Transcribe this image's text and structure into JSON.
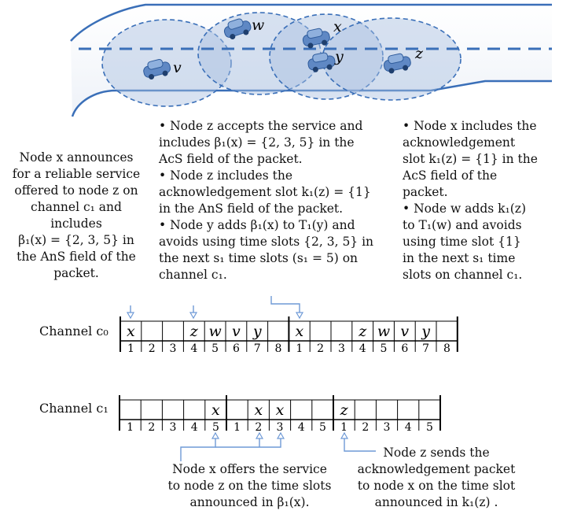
{
  "road": {
    "nodes": [
      {
        "id": "w",
        "label": "w"
      },
      {
        "id": "x",
        "label": "x"
      },
      {
        "id": "y",
        "label": "y"
      },
      {
        "id": "z",
        "label": "z"
      },
      {
        "id": "v",
        "label": "v"
      }
    ],
    "icons": [
      "car-icon",
      "car-icon",
      "car-icon",
      "car-icon",
      "car-icon"
    ]
  },
  "annotations": {
    "left": [
      "Node x announces",
      "for a reliable service",
      "offered to node z on",
      "channel c₁ and",
      "includes",
      "β₁(x) = {2, 3, 5} in",
      "the AnS field of the",
      "packet."
    ],
    "middle": [
      "• Node z accepts the service and",
      "includes β₁(x) = {2, 3, 5} in the",
      "AcS field of the packet.",
      "• Node z includes the",
      "acknowledgement slot k₁(z) = {1}",
      "in the AnS field of the packet.",
      "• Node y adds β₁(x) to T₁(y) and",
      "avoids using time slots {2, 3, 5} in",
      "the next s₁ time slots (s₁ = 5) on",
      "channel c₁."
    ],
    "right": [
      "• Node x includes the",
      "acknowledgement",
      "slot k₁(z) = {1} in the",
      "AcS field of the",
      "packet.",
      "• Node w adds k₁(z)",
      "to T₁(w) and avoids",
      "using time slot {1}",
      "in the next s₁ time",
      "slots on channel c₁."
    ],
    "bottom_left": [
      "Node x offers the service",
      "to node z on the time slots",
      "announced in β₁(x)."
    ],
    "bottom_right": [
      "Node z sends the",
      "acknowledgement packet",
      "to node x on the time slot",
      "announced in k₁(z) ."
    ]
  },
  "channel_c0": {
    "label": "Channel c₀",
    "frames": [
      {
        "cells": [
          "x",
          "",
          "",
          "z",
          "w",
          "v",
          "y",
          ""
        ],
        "numbers": [
          "1",
          "2",
          "3",
          "4",
          "5",
          "6",
          "7",
          "8"
        ]
      },
      {
        "cells": [
          "x",
          "",
          "",
          "z",
          "w",
          "v",
          "y",
          ""
        ],
        "numbers": [
          "1",
          "2",
          "3",
          "4",
          "5",
          "6",
          "7",
          "8"
        ]
      }
    ]
  },
  "channel_c1": {
    "label": "Channel c₁",
    "frames": [
      {
        "cells": [
          "",
          "",
          "",
          "",
          "x"
        ],
        "numbers": [
          "1",
          "2",
          "3",
          "4",
          "5"
        ]
      },
      {
        "cells": [
          "",
          "x",
          "x",
          "",
          ""
        ],
        "numbers": [
          "1",
          "2",
          "3",
          "4",
          "5"
        ]
      },
      {
        "cells": [
          "z",
          "",
          "",
          "",
          ""
        ],
        "numbers": [
          "1",
          "2",
          "3",
          "4",
          "5"
        ]
      }
    ]
  },
  "colors": {
    "road_edge": "#3a6fb8",
    "lane": "#3a6fb8",
    "range_fill": "#a9bfe0",
    "car": "#5f88c4",
    "arrow": "#6f9ad6"
  }
}
